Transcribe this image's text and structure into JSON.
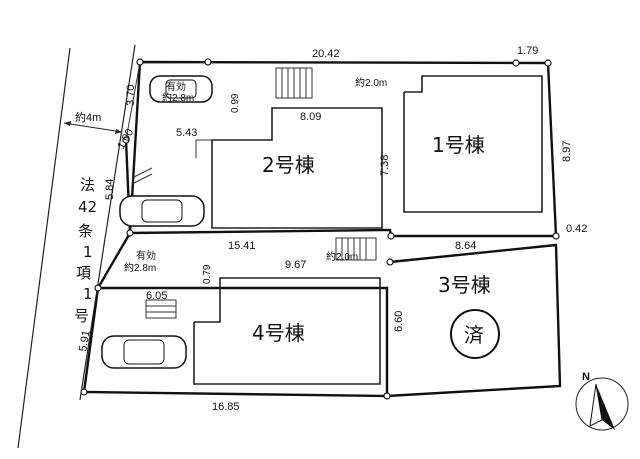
{
  "road": {
    "width_label": "約4m",
    "label_chars": [
      "法",
      "42",
      "条",
      "1",
      "項",
      "1",
      "号"
    ]
  },
  "buildings": [
    {
      "name": "1号棟",
      "status": ""
    },
    {
      "name": "2号棟",
      "status": ""
    },
    {
      "name": "3号棟",
      "status": "済"
    },
    {
      "name": "4号棟",
      "status": ""
    }
  ],
  "parking": {
    "lot2_label_1": "有効",
    "lot2_label_2": "約2.8m",
    "lot4_label_1": "有効",
    "lot4_label_2": "約2.8m"
  },
  "passage": {
    "top": "約2.0m",
    "middle": "約2.0m"
  },
  "dimensions": {
    "top": "20.42",
    "top_right": "1.79",
    "left_top": "3.70",
    "d_099": "0.99",
    "d_809": "8.09",
    "d_543": "5.43",
    "d_100": "1.00",
    "d_897": "8.97",
    "d_584": "5.84",
    "d_738": "7.38",
    "d_042": "0.42",
    "d_1541": "15.41",
    "d_864": "8.64",
    "d_079": "0.79",
    "d_967": "9.67",
    "d_605": "6.05",
    "d_660": "6.60",
    "d_591": "5.91",
    "bottom": "16.85"
  },
  "compass": {
    "label": "N"
  }
}
